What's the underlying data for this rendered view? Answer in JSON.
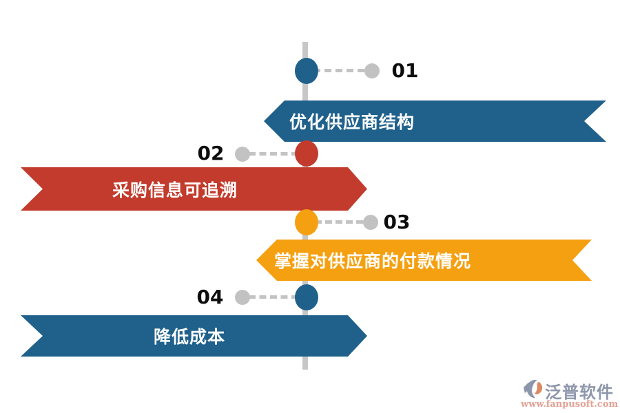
{
  "diagram": {
    "type": "timeline-arrow-infographic",
    "line_color": "#c7c7c7",
    "connector_color": "#c3c3c3",
    "dot_color": "#c2c2c2",
    "number_color": "#0d0d0d",
    "label_text_color": "#ffffff",
    "items": [
      {
        "number": "01",
        "label": "优化供应商结构",
        "color": "#20618c",
        "banner_direction": "left",
        "number_side": "right"
      },
      {
        "number": "02",
        "label": "采购信息可追溯",
        "color": "#c23b2c",
        "banner_direction": "right",
        "number_side": "left"
      },
      {
        "number": "03",
        "label": "掌握对供应商的付款情况",
        "color": "#f5a011",
        "banner_direction": "left",
        "number_side": "right"
      },
      {
        "number": "04",
        "label": "降低成本",
        "color": "#20618c",
        "banner_direction": "right",
        "number_side": "left"
      }
    ]
  },
  "watermark": {
    "brand": "泛普软件",
    "url": "www.fanpusoft.com",
    "brand_color": "#8e96ab",
    "url_color": "#e2a294",
    "logo_accent_color": "#dd8a62"
  }
}
